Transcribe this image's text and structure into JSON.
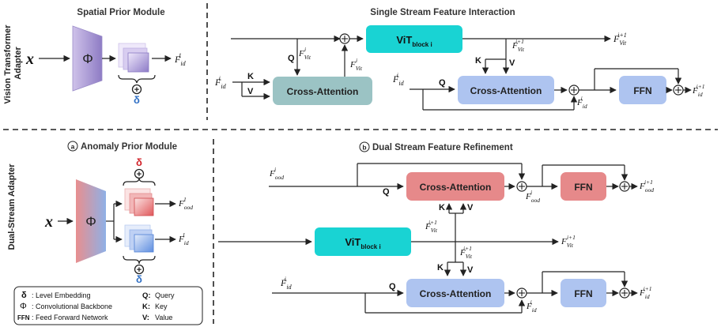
{
  "top": {
    "side_label_line1": "Vision Transformer",
    "side_label_line2": "Adapter",
    "spm_title": "Spatial Prior Module",
    "x_symbol": "x",
    "phi_symbol": "Φ",
    "delta_symbol": "δ",
    "plus_symbol": "+",
    "f_base": "F",
    "sub_id": "id",
    "sub_vit": "Vit",
    "sup_1": "1",
    "sup_i": "i",
    "sup_i1": "i+1",
    "title": "Single Stream Feature Interaction",
    "vit_block": "ViT",
    "vit_block_sub": "block i",
    "cross_attention": "Cross-Attention",
    "ffn": "FFN",
    "q": "Q",
    "k": "K",
    "v": "V"
  },
  "bottom": {
    "side_label": "Dual-Stream Adapter",
    "apm_marker": "a",
    "apm_title": "Anomaly Prior Module",
    "title_marker": "b",
    "title": "Dual Stream Feature Refinement",
    "sub_ood": "ood",
    "vit_block": "ViT",
    "vit_block_sub": "block i",
    "cross_attention": "Cross-Attention",
    "ffn": "FFN"
  },
  "legend": [
    {
      "symbol": "δ",
      "text": ": Level Embedding"
    },
    {
      "symbol": "Φ",
      "text": ": Convolutional Backbone"
    },
    {
      "symbol": "FFN",
      "text": ": Feed Forward Network"
    },
    {
      "symbol": "Q:",
      "text": "Query"
    },
    {
      "symbol": "K:",
      "text": "Key"
    },
    {
      "symbol": "V:",
      "text": "Value"
    }
  ],
  "colors": {
    "vit_cyan": "#19d3d3",
    "cross_attention_teal": "#9bc3c4",
    "blue_box": "#aec4f0",
    "red_box": "#e6898a",
    "phi_purple": "#b6a8d8",
    "delta_blue": "#2f6fc4",
    "delta_red": "#d2232a"
  }
}
